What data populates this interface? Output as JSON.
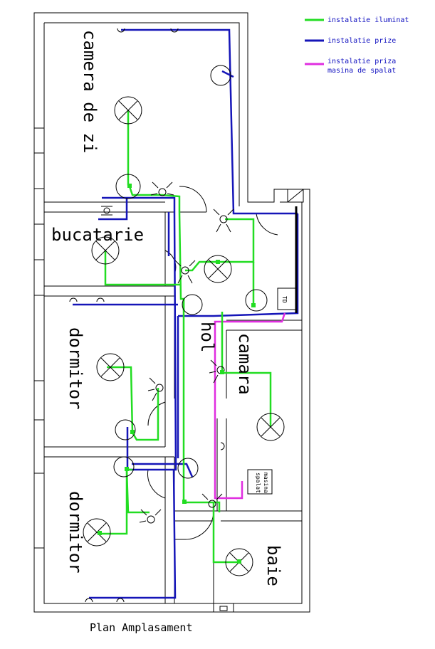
{
  "colors": {
    "lighting": "#22dd22",
    "sockets": "#1515b8",
    "washer": "#e02ee0",
    "walls": "#000000",
    "background": "#ffffff"
  },
  "legend": [
    {
      "label": "instalatie iluminat",
      "color_key": "lighting"
    },
    {
      "label": "instalatie prize",
      "color_key": "sockets"
    },
    {
      "label_line1": "instalatie priza",
      "label_line2": "masina de spalat",
      "color_key": "washer"
    }
  ],
  "rooms": {
    "living": "camera de zi",
    "kitchen": "bucatarie",
    "bedroom_1": "dormitor",
    "bedroom_2": "dormitor",
    "hall": "hol",
    "room": "camara",
    "bathroom": "baie"
  },
  "panel_label": "TD",
  "washer_label_line1": "masina",
  "washer_label_line2": "spalat",
  "caption": "Plan Amplasament"
}
